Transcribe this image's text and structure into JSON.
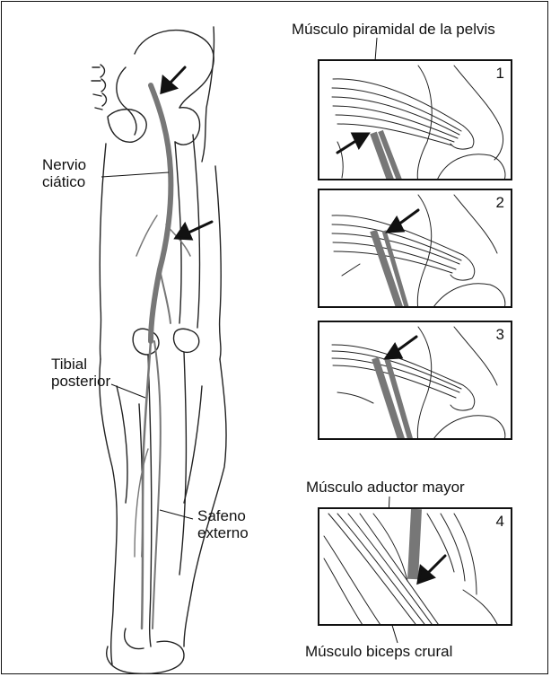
{
  "labels": {
    "nervio_ciatico": [
      "Nervio",
      "ciático"
    ],
    "tibial_posterior": [
      "Tibial",
      "posterior"
    ],
    "safeno_externo": [
      "Safeno",
      "externo"
    ],
    "musculo_piramidal": "Músculo piramidal de la pelvis",
    "musculo_aductor": "Músculo aductor mayor",
    "musculo_biceps": "Músculo biceps crural"
  },
  "panels": [
    {
      "number": "1"
    },
    {
      "number": "2"
    },
    {
      "number": "3"
    },
    {
      "number": "4"
    }
  ],
  "colors": {
    "line": "#222222",
    "nerve": "#777777",
    "arrow": "#111111"
  },
  "icons": [
    "arrow-icon"
  ]
}
